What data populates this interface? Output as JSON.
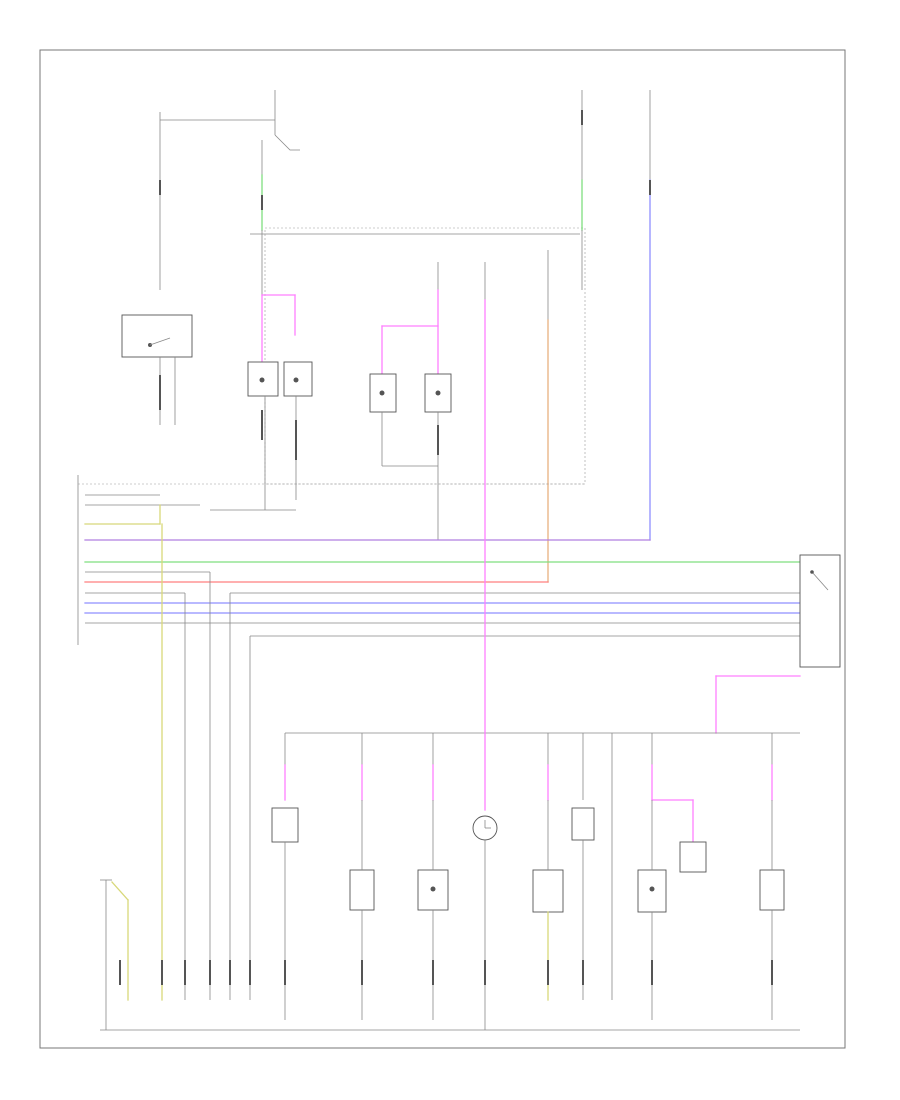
{
  "diagram": {
    "footer_code": "",
    "colors": {
      "frame": "#777777",
      "black": "#555555",
      "gray": "#9a9a9a",
      "green": "#7fdf7f",
      "pink": "#ff7fff",
      "red": "#ff7f7f",
      "blue": "#8f8fff",
      "purple": "#b07fe0",
      "yellow": "#d8d87a",
      "orange": "#e8b07f"
    },
    "components": [
      {
        "id": "combination-switch",
        "label": "",
        "interactive": false
      },
      {
        "id": "left-stop-lamp",
        "label": "",
        "interactive": false
      },
      {
        "id": "right-stop-lamp",
        "label": "",
        "interactive": false
      },
      {
        "id": "bcm-unit",
        "label": "",
        "interactive": false
      },
      {
        "id": "lamp-switch-unit",
        "label": "",
        "interactive": false
      },
      {
        "id": "clock",
        "label": "",
        "interactive": false
      },
      {
        "id": "warning-indicator",
        "label": "",
        "interactive": false
      }
    ]
  }
}
